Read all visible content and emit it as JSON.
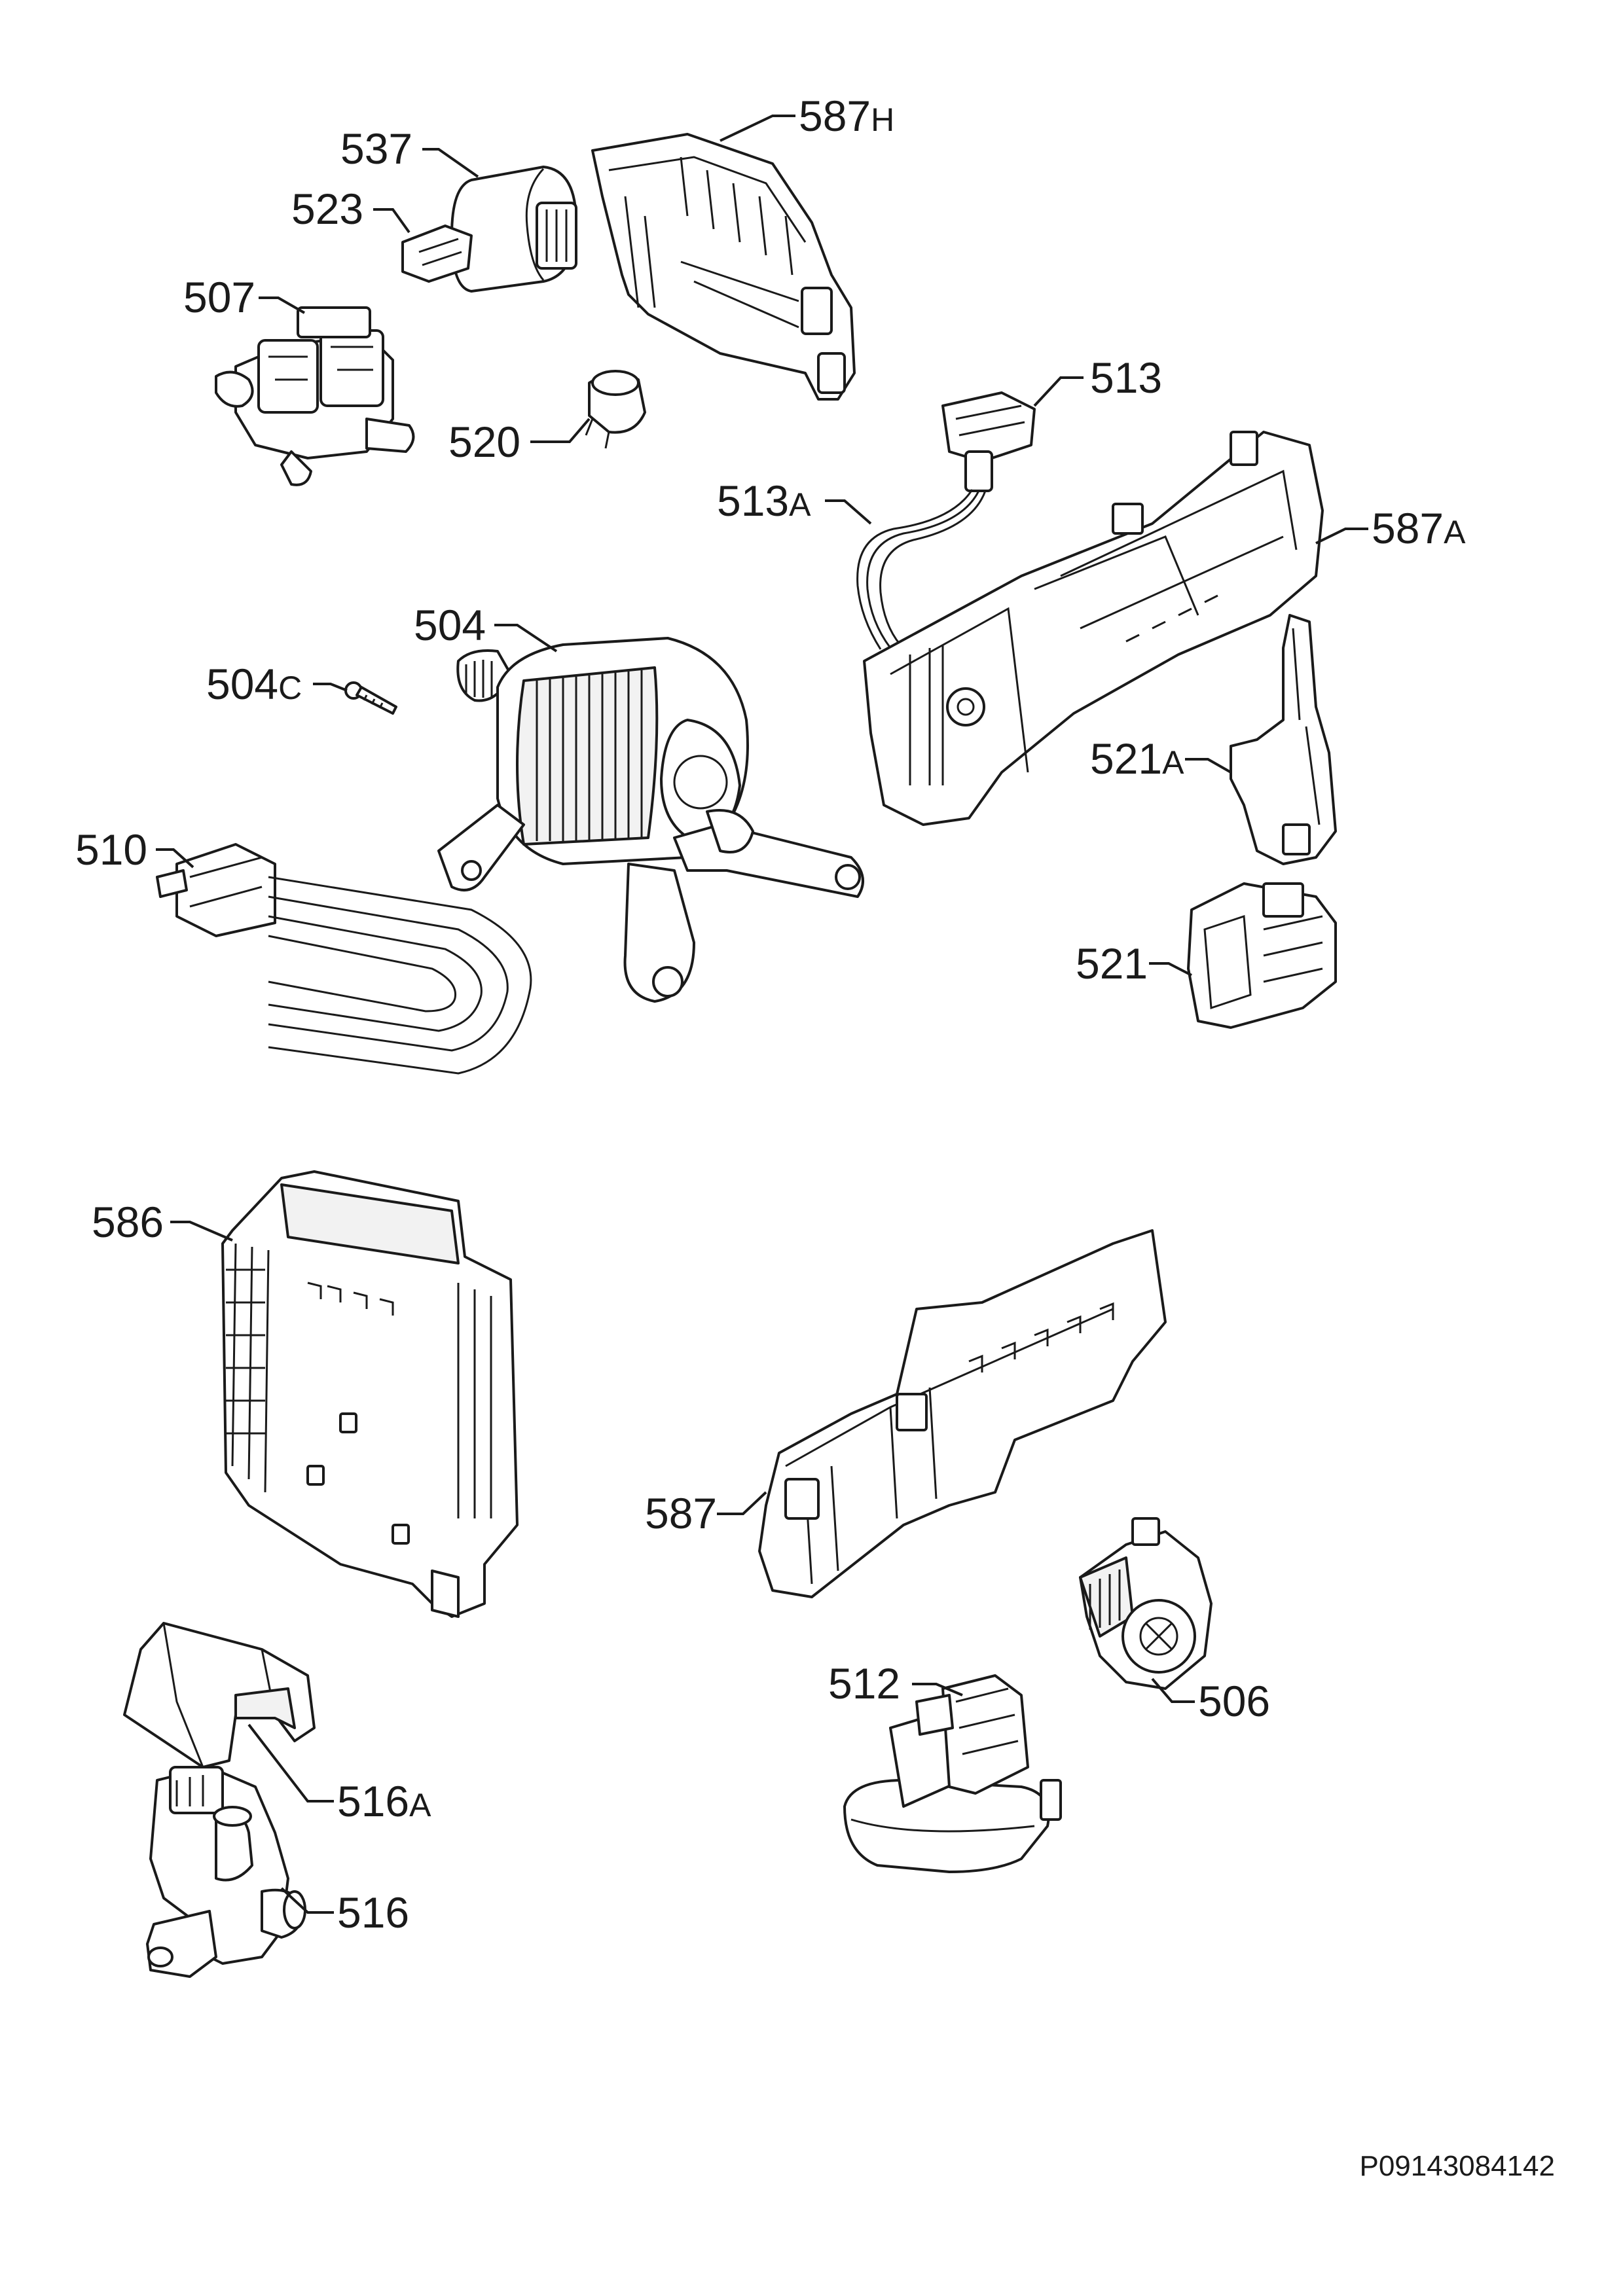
{
  "diagram": {
    "document_code": "P09143084142",
    "callouts": [
      {
        "id": "537",
        "num": "537",
        "suffix": ""
      },
      {
        "id": "587H",
        "num": "587",
        "suffix": "H"
      },
      {
        "id": "523",
        "num": "523",
        "suffix": ""
      },
      {
        "id": "507",
        "num": "507",
        "suffix": ""
      },
      {
        "id": "520",
        "num": "520",
        "suffix": ""
      },
      {
        "id": "513",
        "num": "513",
        "suffix": ""
      },
      {
        "id": "513A",
        "num": "513",
        "suffix": "A"
      },
      {
        "id": "587A",
        "num": "587",
        "suffix": "A"
      },
      {
        "id": "504",
        "num": "504",
        "suffix": ""
      },
      {
        "id": "504C",
        "num": "504",
        "suffix": "C"
      },
      {
        "id": "521A",
        "num": "521",
        "suffix": "A"
      },
      {
        "id": "510",
        "num": "510",
        "suffix": ""
      },
      {
        "id": "521",
        "num": "521",
        "suffix": ""
      },
      {
        "id": "586",
        "num": "586",
        "suffix": ""
      },
      {
        "id": "587",
        "num": "587",
        "suffix": ""
      },
      {
        "id": "506",
        "num": "506",
        "suffix": ""
      },
      {
        "id": "512",
        "num": "512",
        "suffix": ""
      },
      {
        "id": "516A",
        "num": "516",
        "suffix": "A"
      },
      {
        "id": "516",
        "num": "516",
        "suffix": ""
      }
    ]
  }
}
